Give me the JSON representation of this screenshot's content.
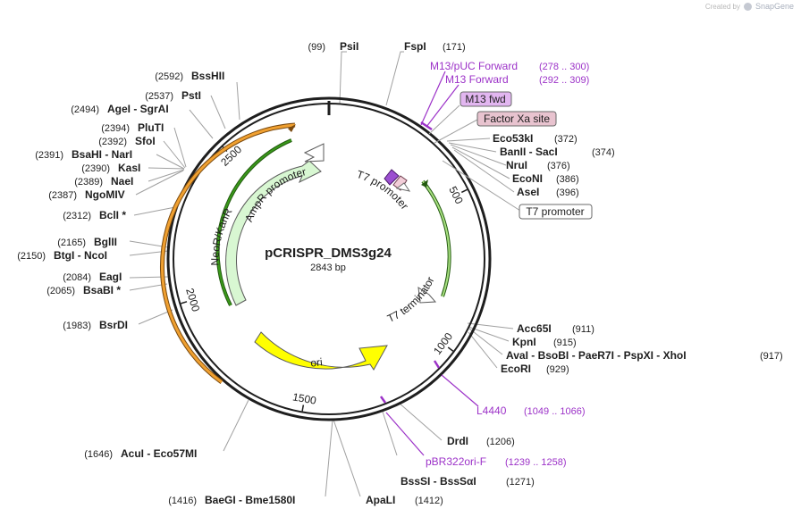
{
  "branding": {
    "created_by": "Created by",
    "product": "SnapGene"
  },
  "plasmid": {
    "name": "pCRISPR_DMS3g24",
    "size_label": "2843 bp",
    "length": 2843
  },
  "ticks": [
    {
      "pos": 500,
      "label": "500"
    },
    {
      "pos": 1000,
      "label": "1000"
    },
    {
      "pos": 1500,
      "label": "1500"
    },
    {
      "pos": 2000,
      "label": "2000"
    },
    {
      "pos": 2500,
      "label": "2500"
    }
  ],
  "features": [
    {
      "name": "NeoR/KanR",
      "color": "#d8f7d2",
      "kind": "arrow-ccw"
    },
    {
      "name": "AmpR promoter",
      "color": "#ffffff",
      "kind": "arrow-ccw"
    },
    {
      "name": "T7 promoter",
      "color": "#ffffff",
      "kind": "arrow-cw"
    },
    {
      "name": "T7 terminator",
      "color": "#ffffff",
      "kind": "arrow-ccw"
    },
    {
      "name": "ori",
      "color": "#ffff00",
      "kind": "arrow-cw"
    }
  ],
  "enzymes": [
    {
      "pos": "(99)",
      "name": "PsiI"
    },
    {
      "pos": "(171)",
      "name": "FspI"
    },
    {
      "pos": "(372)",
      "name": "Eco53kI"
    },
    {
      "pos": "(374)",
      "name": "BanII  -  SacI"
    },
    {
      "pos": "(376)",
      "name": "NruI"
    },
    {
      "pos": "(386)",
      "name": "EcoNI"
    },
    {
      "pos": "(396)",
      "name": "AseI"
    },
    {
      "pos": "(911)",
      "name": "Acc65I"
    },
    {
      "pos": "(915)",
      "name": "KpnI"
    },
    {
      "pos": "(917)",
      "name": "AvaI  -  BsoBI  -  PaeR7I  -  PspXI  -  XhoI"
    },
    {
      "pos": "(929)",
      "name": "EcoRI"
    },
    {
      "pos": "(1206)",
      "name": "DrdI"
    },
    {
      "pos": "(1271)",
      "name": "BssSI  -  BssSαI"
    },
    {
      "pos": "(1412)",
      "name": "ApaLI"
    },
    {
      "pos": "(1416)",
      "name": "BaeGI  -  Bme1580I"
    },
    {
      "pos": "(1646)",
      "name": "AcuI  -  Eco57MI"
    },
    {
      "pos": "(1983)",
      "name": "BsrDI"
    },
    {
      "pos": "(2065)",
      "name": "BsaBI *"
    },
    {
      "pos": "(2084)",
      "name": "EagI"
    },
    {
      "pos": "(2150)",
      "name": "BtgI  -  NcoI"
    },
    {
      "pos": "(2165)",
      "name": "BglII"
    },
    {
      "pos": "(2312)",
      "name": "BclI *"
    },
    {
      "pos": "(2387)",
      "name": "NgoMIV"
    },
    {
      "pos": "(2389)",
      "name": "NaeI"
    },
    {
      "pos": "(2390)",
      "name": "KasI"
    },
    {
      "pos": "(2391)",
      "name": "BsaHI  -  NarI"
    },
    {
      "pos": "(2392)",
      "name": "SfoI"
    },
    {
      "pos": "(2394)",
      "name": "PluTI"
    },
    {
      "pos": "(2494)",
      "name": "AgeI  -  SgrAI"
    },
    {
      "pos": "(2537)",
      "name": "PstI"
    },
    {
      "pos": "(2592)",
      "name": "BssHII"
    }
  ],
  "primers": [
    {
      "name": "M13/pUC Forward",
      "range": "(278 .. 300)"
    },
    {
      "name": "M13 Forward",
      "range": "(292 .. 309)"
    },
    {
      "name": "L4440",
      "range": "(1049 .. 1066)"
    },
    {
      "name": "pBR322ori-F",
      "range": "(1239 .. 1258)"
    }
  ],
  "boxed_labels": [
    {
      "name": "M13 fwd",
      "color": "#e2b6f0"
    },
    {
      "name": "Factor Xa site",
      "color": "#e8c3cf"
    },
    {
      "name": "T7 promoter",
      "color": "#ffffff"
    }
  ],
  "colors": {
    "primer": "#9c32c8",
    "backbone": "#1e1e1e",
    "ori": "#ffff00",
    "neo": "#d8f7d2",
    "orange_strand": "#f0a030",
    "green_strand": "#3a9a1a"
  }
}
